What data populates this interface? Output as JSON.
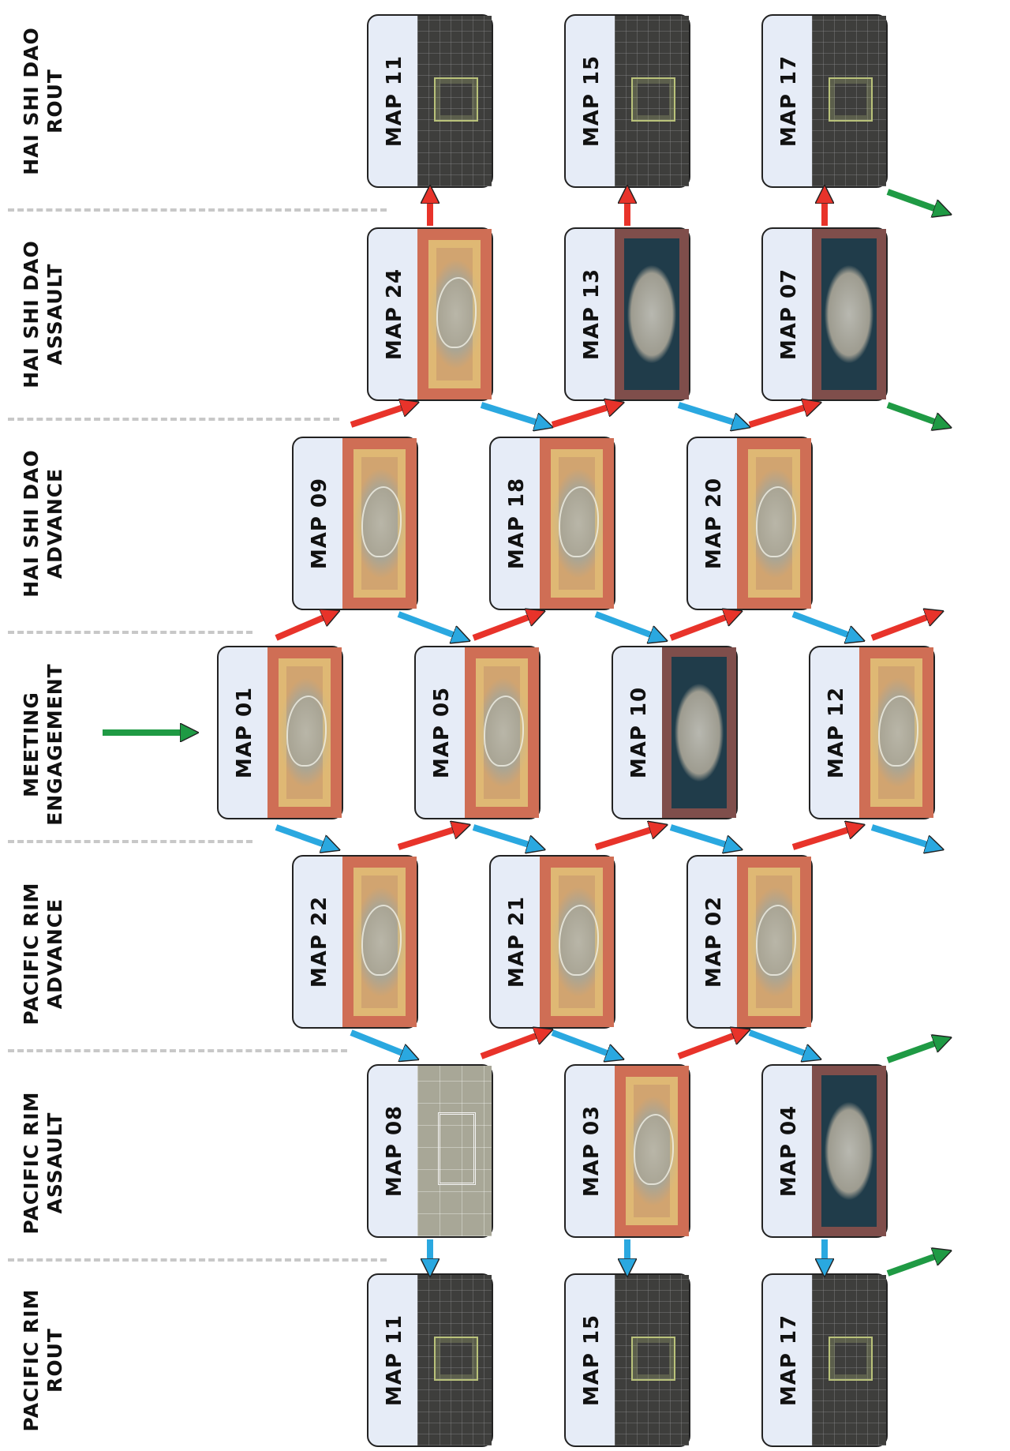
{
  "columns": [
    {
      "line1": "PACIFIC RIM",
      "line2": "ROUT"
    },
    {
      "line1": "PACIFIC RIM",
      "line2": "ASSAULT"
    },
    {
      "line1": "PACIFIC RIM",
      "line2": "ADVANCE"
    },
    {
      "line1": "MEETING",
      "line2": "ENGAGEMENT"
    },
    {
      "line1": "HAI SHI DAO",
      "line2": "ADVANCE"
    },
    {
      "line1": "HAI SHI DAO",
      "line2": "ASSAULT"
    },
    {
      "line1": "HAI SHI DAO",
      "line2": "ROUT"
    }
  ],
  "maps": [
    {
      "label": "MAP 11",
      "style": "rout"
    },
    {
      "label": "MAP 15",
      "style": "rout"
    },
    {
      "label": "MAP 17",
      "style": "rout"
    },
    {
      "label": "MAP 08",
      "style": "grid"
    },
    {
      "label": "MAP 03",
      "style": "terrain"
    },
    {
      "label": "MAP 04",
      "style": "sea"
    },
    {
      "label": "MAP 22",
      "style": "terrain"
    },
    {
      "label": "MAP 21",
      "style": "terrain"
    },
    {
      "label": "MAP 02",
      "style": "terrain"
    },
    {
      "label": "MAP 01",
      "style": "terrain"
    },
    {
      "label": "MAP 05",
      "style": "terrain"
    },
    {
      "label": "MAP 10",
      "style": "sea"
    },
    {
      "label": "MAP 12",
      "style": "terrain"
    },
    {
      "label": "MAP 09",
      "style": "terrain"
    },
    {
      "label": "MAP 18",
      "style": "terrain"
    },
    {
      "label": "MAP 20",
      "style": "terrain"
    },
    {
      "label": "MAP 24",
      "style": "terrain"
    },
    {
      "label": "MAP 13",
      "style": "sea"
    },
    {
      "label": "MAP 07",
      "style": "sea"
    },
    {
      "label": "MAP 11",
      "style": "rout"
    },
    {
      "label": "MAP 15",
      "style": "rout"
    },
    {
      "label": "MAP 17",
      "style": "rout"
    }
  ],
  "colors": {
    "red_arrow": "#e8332a",
    "blue_arrow": "#2aa8e0",
    "green_arrow": "#1f9a44"
  }
}
